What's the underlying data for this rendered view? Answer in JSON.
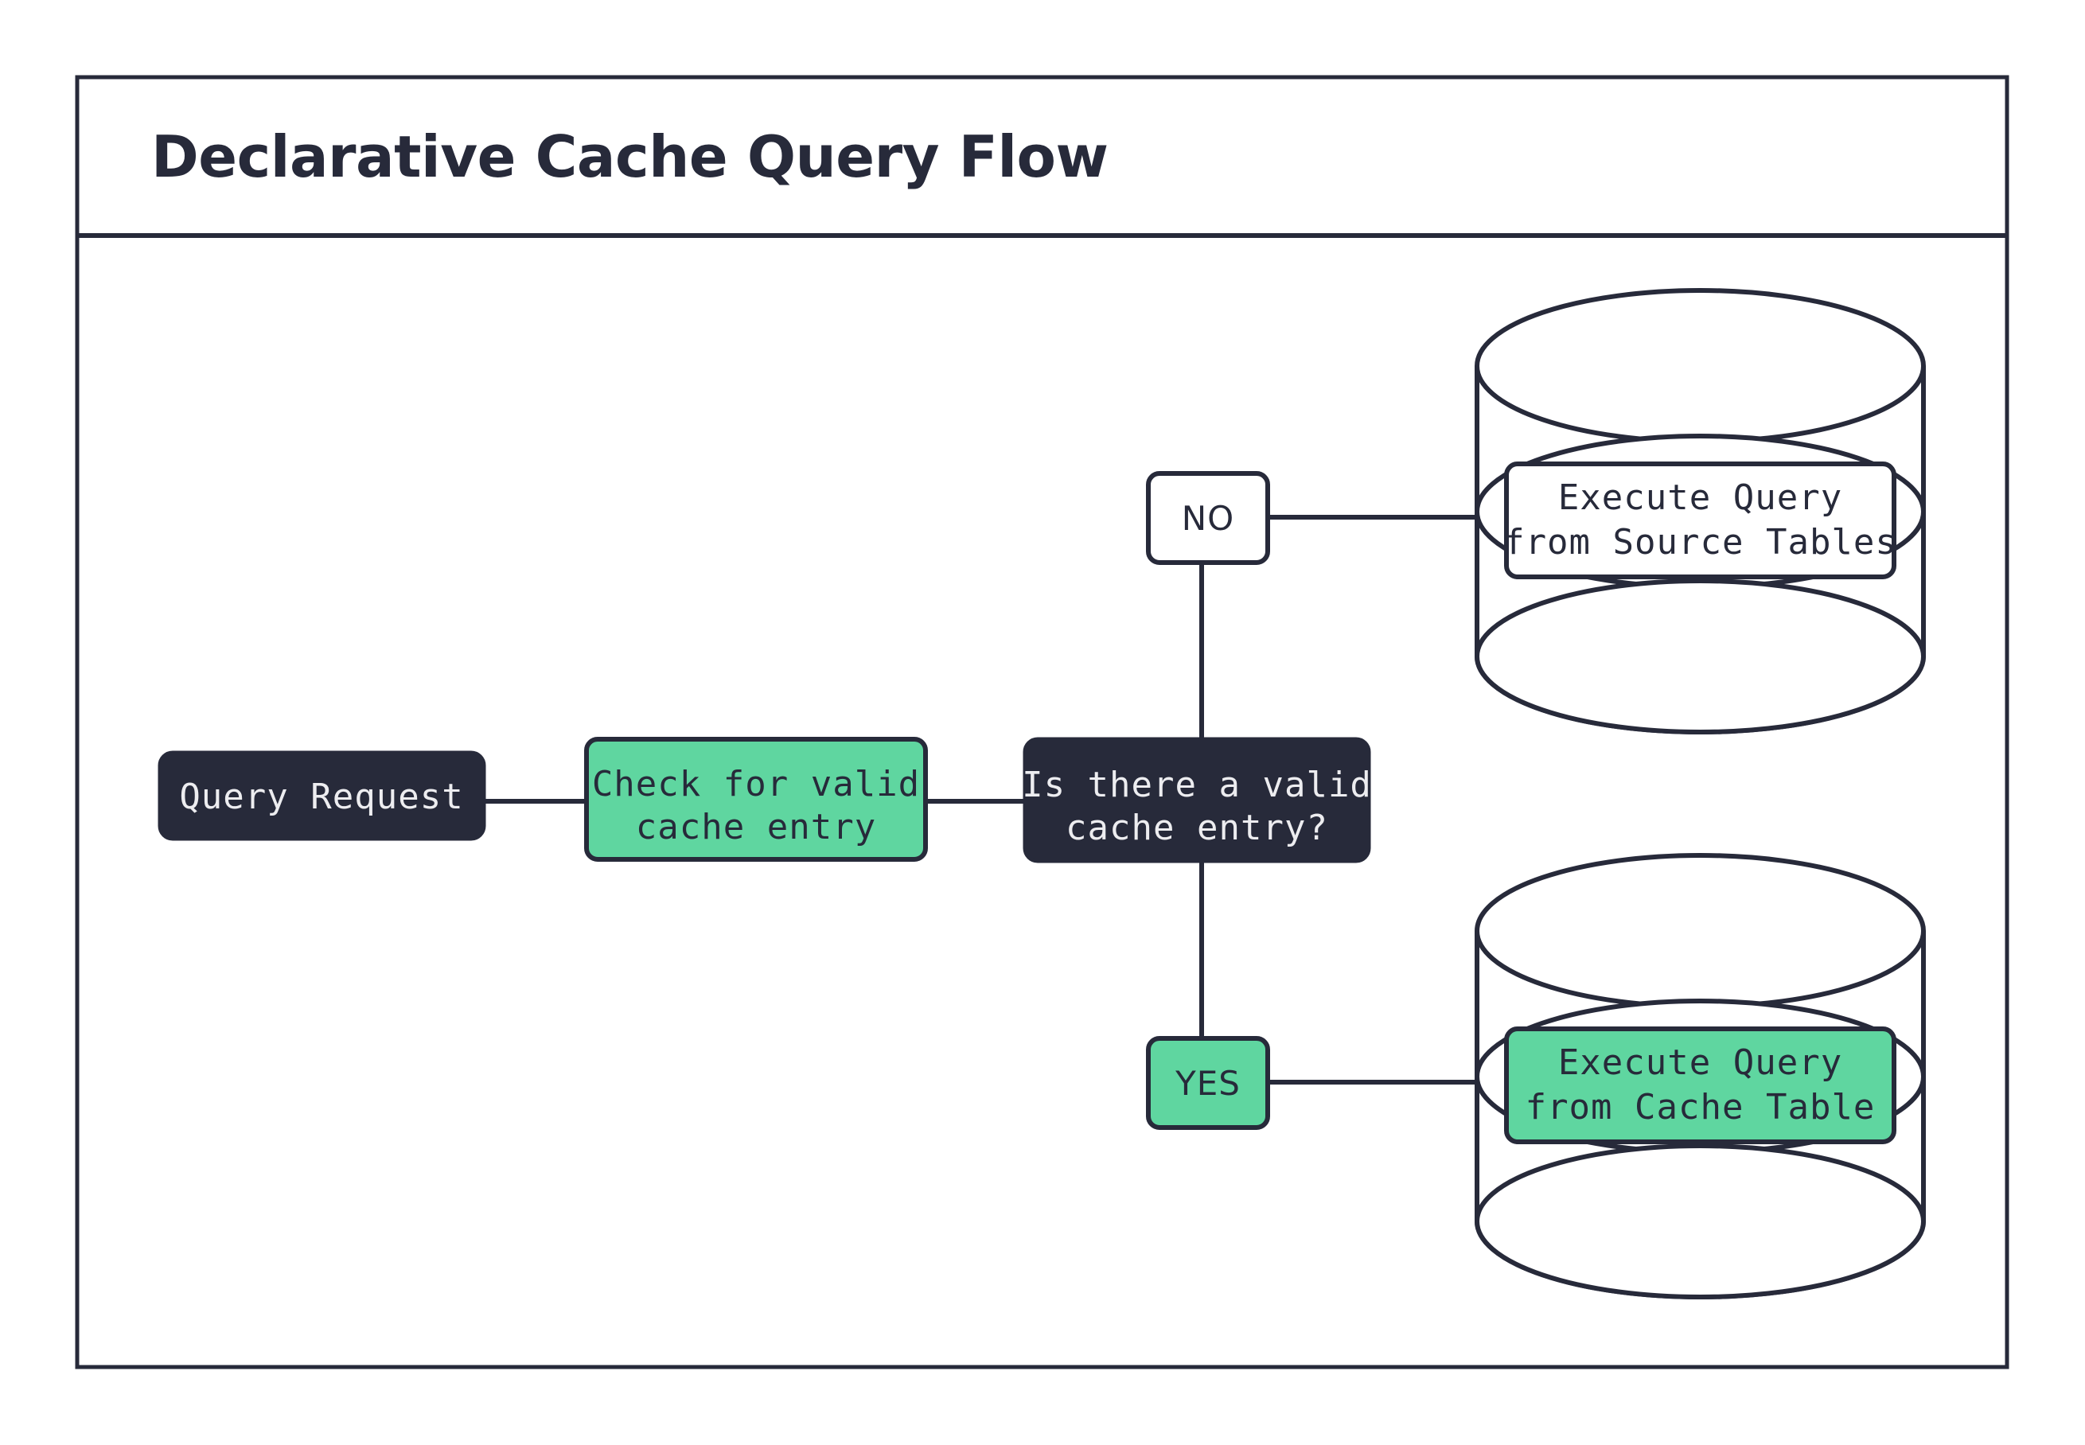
{
  "page": {
    "background": "#ffffff",
    "frame_border_color": "#272A3A"
  },
  "header": {
    "title": "Declarative Cache Query Flow"
  },
  "theme": {
    "dark": "#272A3A",
    "green": "#5FD6A0",
    "white": "#ffffff",
    "text_light": "#EDEDF0"
  },
  "flow": {
    "nodes": [
      {
        "id": "query-request",
        "label": "Query Request",
        "shape": "rounded-rect",
        "fill": "#272A3A",
        "text_color": "#EDEDF0"
      },
      {
        "id": "check-cache",
        "label_line1": "Check for valid",
        "label_line2": "cache entry",
        "shape": "rounded-rect",
        "fill": "#5FD6A0",
        "text_color": "#272A3A"
      },
      {
        "id": "decision",
        "label_line1": "Is there a valid",
        "label_line2": "cache entry?",
        "shape": "rounded-rect",
        "fill": "#272A3A",
        "text_color": "#EDEDF0"
      },
      {
        "id": "source-db",
        "label_line1": "Execute Query",
        "label_line2": "from Source Tables",
        "shape": "database-cylinder",
        "fill": "#ffffff",
        "text_color": "#272A3A"
      },
      {
        "id": "cache-db",
        "label_line1": "Execute Query",
        "label_line2": "from Cache Table",
        "shape": "database-cylinder",
        "fill": "#5FD6A0",
        "text_color": "#272A3A"
      }
    ],
    "branches": [
      {
        "id": "branch-no",
        "label": "NO",
        "fill": "#ffffff",
        "text_color": "#272A3A",
        "target": "source-db"
      },
      {
        "id": "branch-yes",
        "label": "YES",
        "fill": "#5FD6A0",
        "text_color": "#272A3A",
        "target": "cache-db"
      }
    ]
  }
}
